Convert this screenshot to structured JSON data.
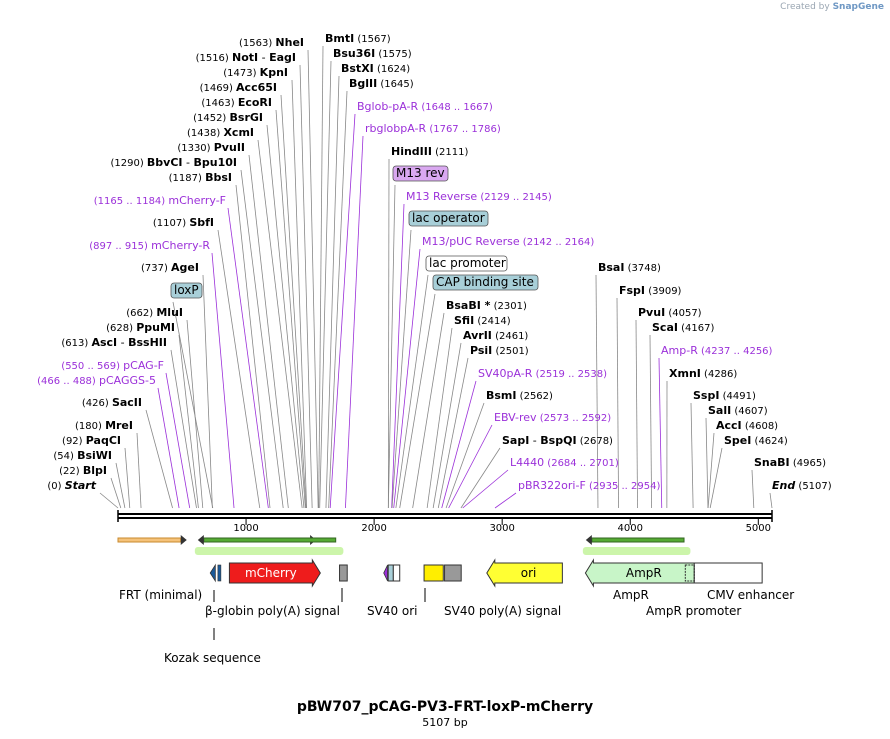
{
  "credit": {
    "prefix": "Created by",
    "brand": "SnapGene"
  },
  "title": "pBW707_pCAG-PV3-FRT-loxP-mCherry",
  "length_label": "5107 bp",
  "total_bp": 5107,
  "colors": {
    "site": "#000000",
    "primer": "#9b30d9",
    "line": "#888888",
    "primer_line": "#9b30d9"
  },
  "sites": [
    {
      "id": "nhei",
      "name": "NheI",
      "pos": "(1563)",
      "bp": 1563,
      "side": "L"
    },
    {
      "id": "noti",
      "name": "NotI",
      "name2": "EagI",
      "pos": "(1516)",
      "bp": 1516,
      "side": "L"
    },
    {
      "id": "kpni",
      "name": "KpnI",
      "pos": "(1473)",
      "bp": 1473,
      "side": "L"
    },
    {
      "id": "acc65i",
      "name": "Acc65I",
      "pos": "(1469)",
      "bp": 1469,
      "side": "L"
    },
    {
      "id": "ecori",
      "name": "EcoRI",
      "pos": "(1463)",
      "bp": 1463,
      "side": "L"
    },
    {
      "id": "bsrgi",
      "name": "BsrGI",
      "pos": "(1452)",
      "bp": 1452,
      "side": "L"
    },
    {
      "id": "xcmi",
      "name": "XcmI",
      "pos": "(1438)",
      "bp": 1438,
      "side": "L"
    },
    {
      "id": "pvuii",
      "name": "PvuII",
      "pos": "(1330)",
      "bp": 1330,
      "side": "L"
    },
    {
      "id": "bbvci",
      "name": "BbvCI",
      "name2": "Bpu10I",
      "pos": "(1290)",
      "bp": 1290,
      "side": "L"
    },
    {
      "id": "bbsi",
      "name": "BbsI",
      "pos": "(1187)",
      "bp": 1187,
      "side": "L"
    },
    {
      "id": "sbfi",
      "name": "SbfI",
      "pos": "(1107)",
      "bp": 1107,
      "side": "L"
    },
    {
      "id": "agei",
      "name": "AgeI",
      "pos": "(737)",
      "bp": 737,
      "side": "L"
    },
    {
      "id": "mlui",
      "name": "MluI",
      "pos": "(662)",
      "bp": 662,
      "side": "L"
    },
    {
      "id": "ppumi",
      "name": "PpuMI",
      "pos": "(628)",
      "bp": 628,
      "side": "L"
    },
    {
      "id": "asci",
      "name": "AscI",
      "name2": "BssHII",
      "pos": "(613)",
      "bp": 613,
      "side": "L"
    },
    {
      "id": "sacii",
      "name": "SacII",
      "pos": "(426)",
      "bp": 426,
      "side": "L"
    },
    {
      "id": "krei",
      "name": "MreI",
      "pos": "(180)",
      "bp": 180,
      "side": "L"
    },
    {
      "id": "paqci",
      "name": "PaqCI",
      "pos": "(92)",
      "bp": 92,
      "side": "L"
    },
    {
      "id": "bsiwi",
      "name": "BsiWI",
      "pos": "(54)",
      "bp": 54,
      "side": "L"
    },
    {
      "id": "blpi",
      "name": "BlpI",
      "pos": "(22)",
      "bp": 22,
      "side": "L"
    },
    {
      "id": "start",
      "name": "Start",
      "pos": "(0)",
      "bp": 0,
      "side": "L",
      "italic": true
    },
    {
      "id": "bmti",
      "name": "BmtI",
      "pos": "(1567)",
      "bp": 1567,
      "side": "R"
    },
    {
      "id": "bsu36i",
      "name": "Bsu36I",
      "pos": "(1575)",
      "bp": 1575,
      "side": "R"
    },
    {
      "id": "bstxi",
      "name": "BstXI",
      "pos": "(1624)",
      "bp": 1624,
      "side": "R"
    },
    {
      "id": "bglii",
      "name": "BglII",
      "pos": "(1645)",
      "bp": 1645,
      "side": "R"
    },
    {
      "id": "hindiii",
      "name": "HindIII",
      "pos": "(2111)",
      "bp": 2111,
      "side": "R"
    },
    {
      "id": "bsabi",
      "name": "BsaBI *",
      "pos": "(2301)",
      "bp": 2301,
      "side": "R"
    },
    {
      "id": "sfii",
      "name": "SfiI",
      "pos": "(2414)",
      "bp": 2414,
      "side": "R"
    },
    {
      "id": "avrii",
      "name": "AvrII",
      "pos": "(2461)",
      "bp": 2461,
      "side": "R"
    },
    {
      "id": "psii",
      "name": "PsiI",
      "pos": "(2501)",
      "bp": 2501,
      "side": "R"
    },
    {
      "id": "bsmi",
      "name": "BsmI",
      "pos": "(2562)",
      "bp": 2562,
      "side": "R"
    },
    {
      "id": "sapi",
      "name": "SapI",
      "name2": "BspQI",
      "pos": "(2678)",
      "bp": 2678,
      "side": "R"
    },
    {
      "id": "bsai",
      "name": "BsaI",
      "pos": "(3748)",
      "bp": 3748,
      "side": "R"
    },
    {
      "id": "fspi",
      "name": "FspI",
      "pos": "(3909)",
      "bp": 3909,
      "side": "R"
    },
    {
      "id": "pvui",
      "name": "PvuI",
      "pos": "(4057)",
      "bp": 4057,
      "side": "R"
    },
    {
      "id": "scai",
      "name": "ScaI",
      "pos": "(4167)",
      "bp": 4167,
      "side": "R"
    },
    {
      "id": "xmni",
      "name": "XmnI",
      "pos": "(4286)",
      "bp": 4286,
      "side": "R"
    },
    {
      "id": "sspi",
      "name": "SspI",
      "pos": "(4491)",
      "bp": 4491,
      "side": "R"
    },
    {
      "id": "sali",
      "name": "SalI",
      "pos": "(4607)",
      "bp": 4607,
      "side": "R"
    },
    {
      "id": "acci",
      "name": "AccI",
      "pos": "(4608)",
      "bp": 4608,
      "side": "R"
    },
    {
      "id": "spei",
      "name": "SpeI",
      "pos": "(4624)",
      "bp": 4624,
      "side": "R"
    },
    {
      "id": "snabi",
      "name": "SnaBI",
      "pos": "(4965)",
      "bp": 4965,
      "side": "R"
    },
    {
      "id": "end",
      "name": "End",
      "pos": "(5107)",
      "bp": 5107,
      "side": "R",
      "italic": true
    }
  ],
  "primers": [
    {
      "id": "bglob",
      "name": "Bglob-pA-R",
      "range": "(1648 .. 1667)",
      "bp": 1657,
      "side": "R"
    },
    {
      "id": "rbglob",
      "name": "rbglobpA-R",
      "range": "(1767 .. 1786)",
      "bp": 1776,
      "side": "R"
    },
    {
      "id": "mcherryf",
      "name": "mCherry-F",
      "range": "(1165 .. 1184)",
      "bp": 1174,
      "side": "L"
    },
    {
      "id": "mcherryr",
      "name": "mCherry-R",
      "range": "(897 .. 915)",
      "bp": 906,
      "side": "L"
    },
    {
      "id": "m13rev",
      "name": "M13 Reverse",
      "range": "(2129 .. 2145)",
      "bp": 2137,
      "side": "R"
    },
    {
      "id": "m13puc",
      "name": "M13/pUC Reverse",
      "range": "(2142 .. 2164)",
      "bp": 2153,
      "side": "R"
    },
    {
      "id": "pcagf",
      "name": "pCAG-F",
      "range": "(550 .. 569)",
      "bp": 560,
      "side": "L"
    },
    {
      "id": "pcaggs",
      "name": "pCAGGS-5",
      "range": "(466 .. 488)",
      "bp": 477,
      "side": "L"
    },
    {
      "id": "sv40pa",
      "name": "SV40pA-R",
      "range": "(2519 .. 2538)",
      "bp": 2528,
      "side": "R"
    },
    {
      "id": "ampr_p",
      "name": "Amp-R",
      "range": "(4237 .. 4256)",
      "bp": 4246,
      "side": "R"
    },
    {
      "id": "ebvrev",
      "name": "EBV-rev",
      "range": "(2573 .. 2592)",
      "bp": 2582,
      "side": "R"
    },
    {
      "id": "l4440",
      "name": "L4440",
      "range": "(2684 .. 2701)",
      "bp": 2692,
      "side": "R"
    },
    {
      "id": "pbr322",
      "name": "pBR322ori-F",
      "range": "(2935 .. 2954)",
      "bp": 2944,
      "side": "R"
    }
  ],
  "boxed_labels": [
    {
      "id": "m13rev_box",
      "text": "M13 rev",
      "bp": 2111,
      "color": "#d9a8f0"
    },
    {
      "id": "lacop_box",
      "text": "lac operator",
      "bp": 2140,
      "color": "#a8cfd8"
    },
    {
      "id": "lacpr_box",
      "text": "lac promoter",
      "bp": 2170,
      "color": "#ffffff"
    },
    {
      "id": "cap_box",
      "text": "CAP binding site",
      "bp": 2200,
      "color": "#a8cfd8"
    },
    {
      "id": "loxp_box",
      "text": "loxP",
      "bp": 740,
      "color": "#a8cfd8"
    }
  ],
  "ticks": [
    "1000",
    "2000",
    "3000",
    "4000",
    "5000"
  ],
  "features": [
    {
      "id": "mcherry",
      "label": "mCherry",
      "color": "#ee1c1c",
      "start": 870,
      "end": 1580,
      "dir": "right"
    },
    {
      "id": "ori",
      "label": "ori",
      "color": "#ffff33",
      "start": 2880,
      "end": 3470,
      "dir": "left"
    },
    {
      "id": "ampr",
      "label": "AmpR",
      "color": "#c8f5c8",
      "start": 3650,
      "end": 4500,
      "dir": "left"
    },
    {
      "id": "cmv",
      "label": "",
      "color": "#ffffff",
      "start": 4500,
      "end": 5030,
      "dir": "none"
    }
  ],
  "bottom_labels": [
    {
      "id": "frt",
      "text": "FRT (minimal)"
    },
    {
      "id": "bglobin",
      "text": "β-globin poly(A) signal"
    },
    {
      "id": "sv40ori",
      "text": "SV40 ori"
    },
    {
      "id": "sv40pa_sig",
      "text": "SV40 poly(A) signal"
    },
    {
      "id": "ampr_lbl",
      "text": "AmpR"
    },
    {
      "id": "ampr_prom",
      "text": "AmpR promoter"
    },
    {
      "id": "cmv_enh",
      "text": "CMV enhancer"
    },
    {
      "id": "kozak",
      "text": "Kozak sequence"
    }
  ]
}
